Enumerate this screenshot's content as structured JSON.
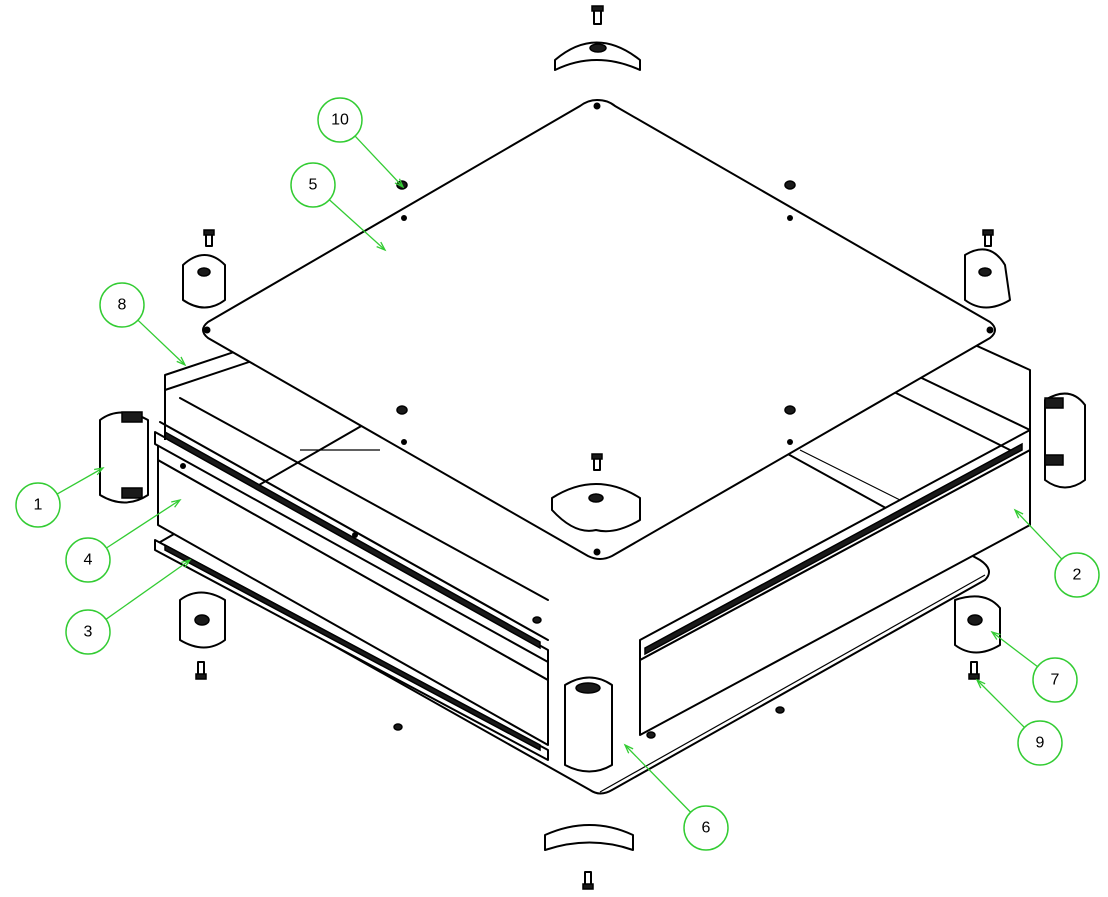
{
  "colors": {
    "line": "#000000",
    "callout": "#33cc33",
    "background": "#ffffff"
  },
  "callouts": [
    {
      "label": "1"
    },
    {
      "label": "2"
    },
    {
      "label": "3"
    },
    {
      "label": "4"
    },
    {
      "label": "5"
    },
    {
      "label": "6"
    },
    {
      "label": "7"
    },
    {
      "label": "8"
    },
    {
      "label": "9"
    },
    {
      "label": "10"
    }
  ]
}
